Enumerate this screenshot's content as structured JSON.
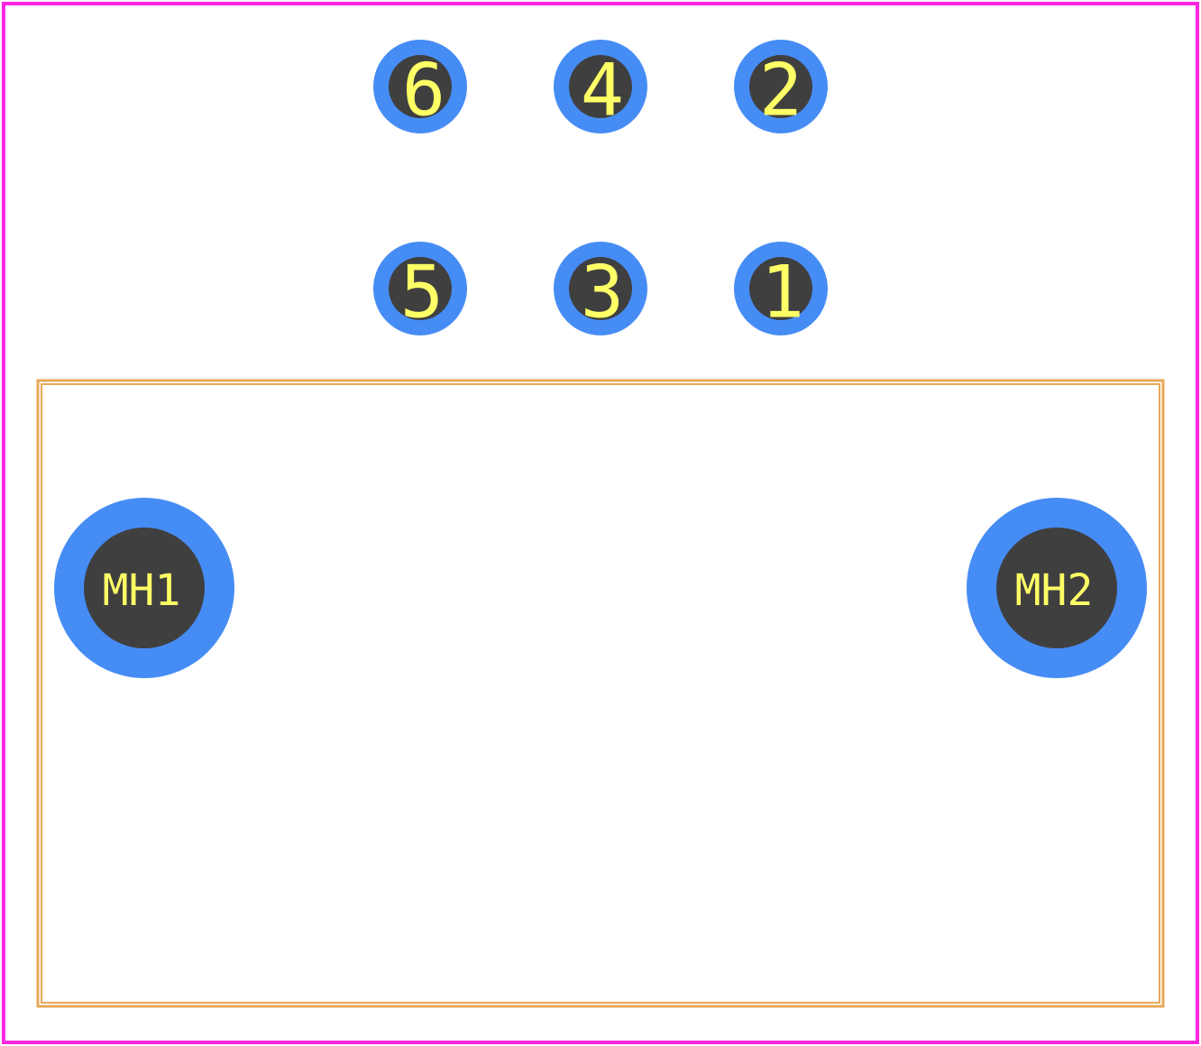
{
  "colors": {
    "background": "#ffffff",
    "courtyard": "#ff26e2",
    "silkscreen": "#e8a858",
    "pad_copper": "#468cf5",
    "drill_hole": "#3f3f3f",
    "label_text": "#ffff66"
  },
  "pads": [
    {
      "id": "pad-6",
      "label": "6",
      "kind": "signal"
    },
    {
      "id": "pad-4",
      "label": "4",
      "kind": "signal"
    },
    {
      "id": "pad-2",
      "label": "2",
      "kind": "signal"
    },
    {
      "id": "pad-5",
      "label": "5",
      "kind": "signal"
    },
    {
      "id": "pad-3",
      "label": "3",
      "kind": "signal"
    },
    {
      "id": "pad-1",
      "label": "1",
      "kind": "signal"
    },
    {
      "id": "mh1",
      "label": "MH1",
      "kind": "mounting-hole"
    },
    {
      "id": "mh2",
      "label": "MH2",
      "kind": "mounting-hole"
    }
  ]
}
